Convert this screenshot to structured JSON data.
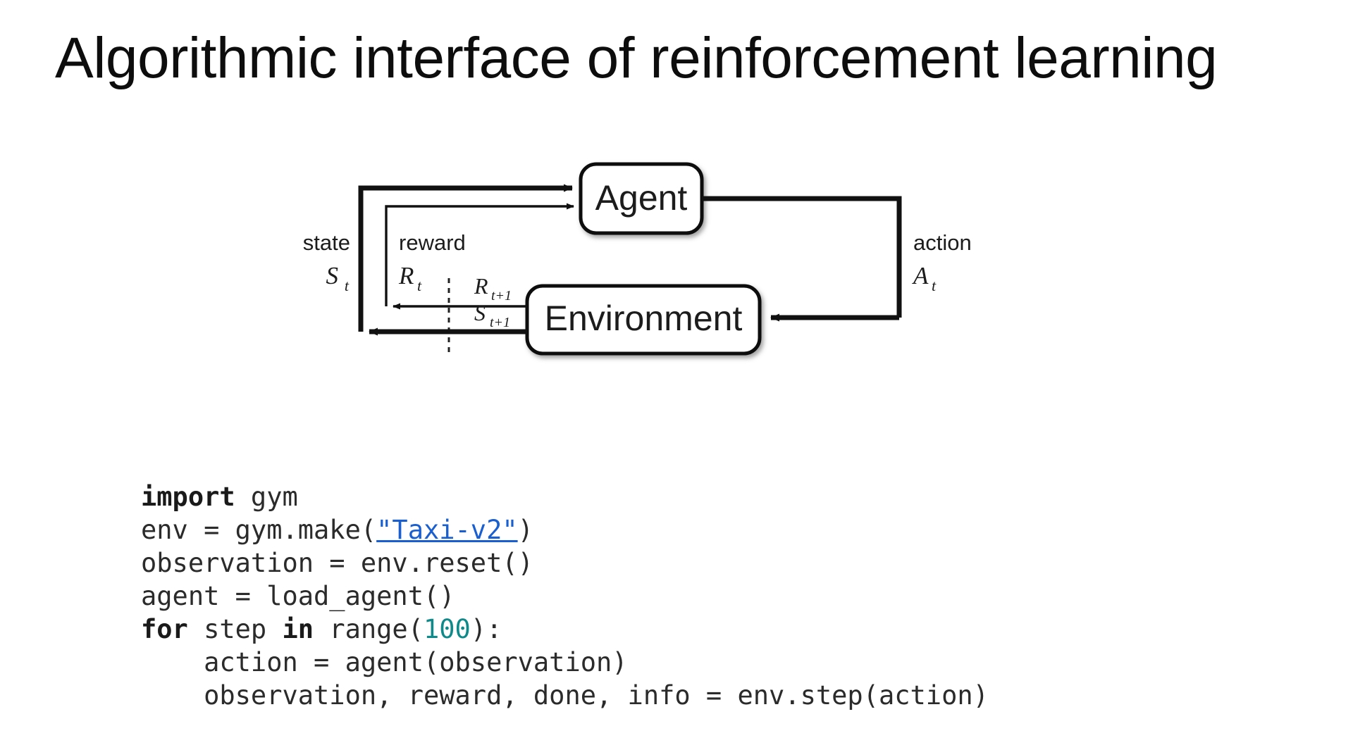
{
  "slide": {
    "title": "Algorithmic interface of reinforcement learning"
  },
  "diagram": {
    "name": "agent-environment-interaction-loop",
    "nodes": {
      "agent": "Agent",
      "environment": "Environment"
    },
    "labels": {
      "state_word": "state",
      "state_symbol": "S",
      "state_subscript": "t",
      "reward_word": "reward",
      "reward_symbol": "R",
      "reward_subscript": "t",
      "action_word": "action",
      "action_symbol": "A",
      "action_subscript": "t",
      "next_reward_symbol": "R",
      "next_reward_subscript": "t+1",
      "next_state_symbol": "S",
      "next_state_subscript": "t+1"
    }
  },
  "code": {
    "language": "python",
    "link_color": "#1a5fd0",
    "number_color": "#0f8a8a",
    "lines": [
      {
        "id": "line-1",
        "tokens": [
          {
            "t": "import",
            "k": "kw"
          },
          {
            "t": " gym",
            "k": "plain"
          }
        ]
      },
      {
        "id": "line-2",
        "tokens": [
          {
            "t": "env = gym.make(",
            "k": "plain"
          },
          {
            "t": "\"Taxi-v2\"",
            "k": "lnk"
          },
          {
            "t": ")",
            "k": "plain"
          }
        ]
      },
      {
        "id": "line-3",
        "tokens": [
          {
            "t": "observation = env.reset()",
            "k": "plain"
          }
        ]
      },
      {
        "id": "line-4",
        "tokens": [
          {
            "t": "agent = load_agent()",
            "k": "plain"
          }
        ]
      },
      {
        "id": "line-5",
        "tokens": [
          {
            "t": "for",
            "k": "kw"
          },
          {
            "t": " step ",
            "k": "plain"
          },
          {
            "t": "in",
            "k": "kw"
          },
          {
            "t": " range(",
            "k": "plain"
          },
          {
            "t": "100",
            "k": "num"
          },
          {
            "t": "):",
            "k": "plain"
          }
        ]
      },
      {
        "id": "line-6",
        "tokens": [
          {
            "t": "    action = agent(observation)",
            "k": "plain"
          }
        ]
      },
      {
        "id": "line-7",
        "tokens": [
          {
            "t": "    observation, reward, done, info = env.step(action)",
            "k": "plain"
          }
        ]
      }
    ]
  }
}
